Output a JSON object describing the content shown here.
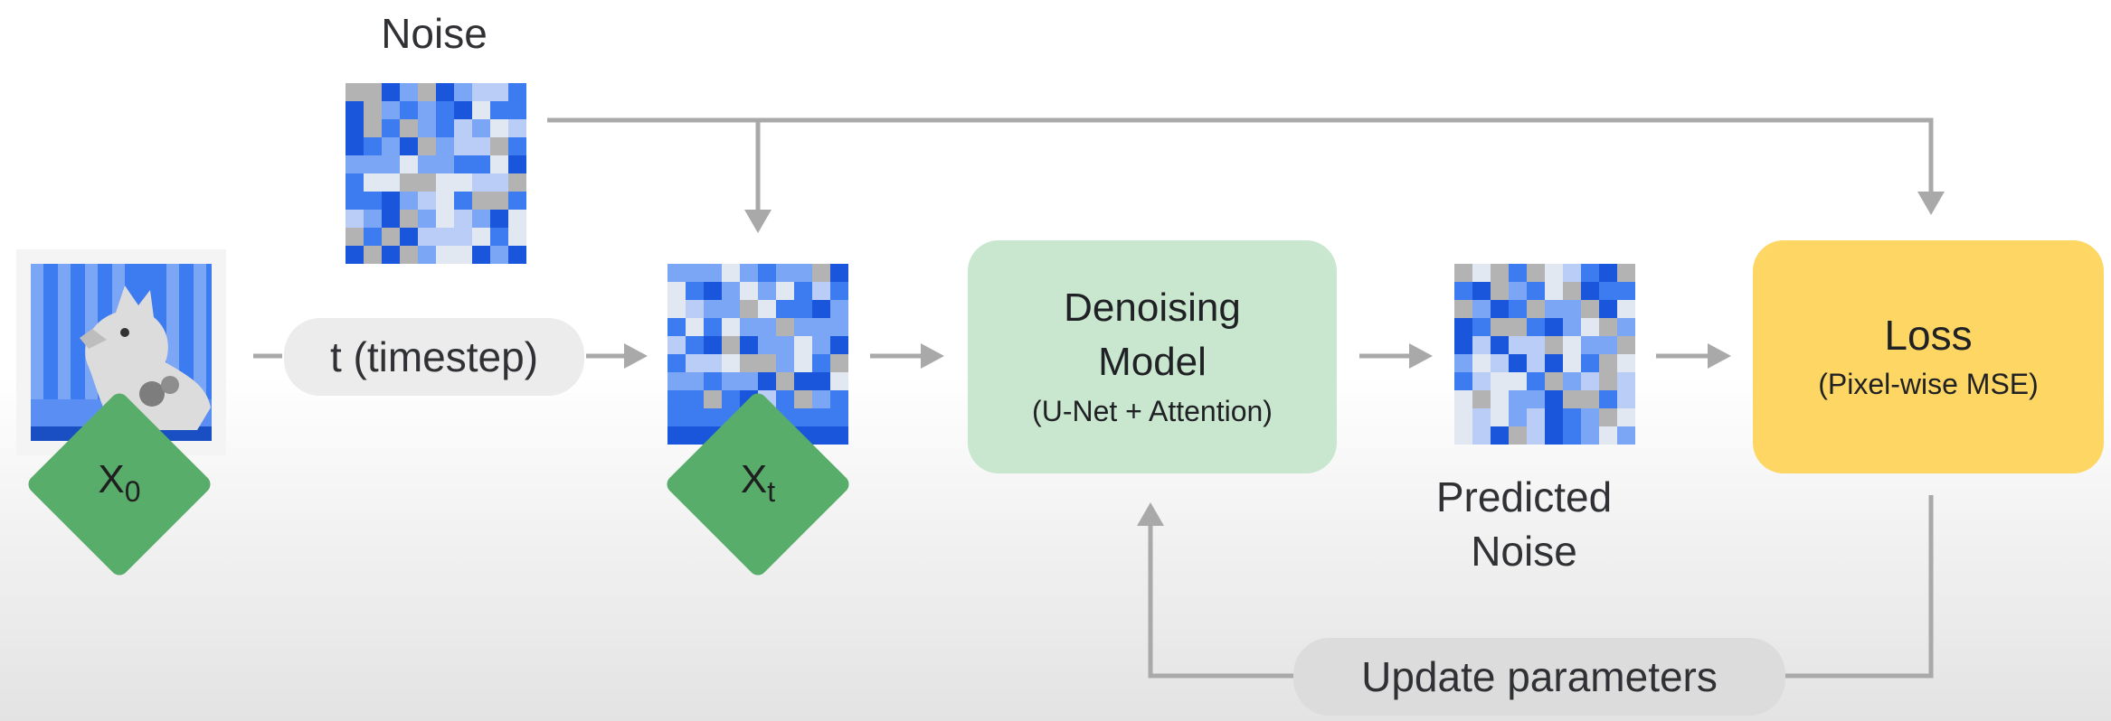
{
  "diagram": {
    "noise_label": "Noise",
    "x0_base": "X",
    "x0_sub": "0",
    "xt_base": "X",
    "xt_sub": "t",
    "timestep_label": "t (timestep)",
    "model_title_line1": "Denoising",
    "model_title_line2": "Model",
    "model_subtitle": "(U-Net + Attention)",
    "predicted_line1": "Predicted",
    "predicted_line2": "Noise",
    "loss_title": "Loss",
    "loss_subtitle": "(Pixel-wise MSE)",
    "update_label": "Update parameters"
  },
  "colors": {
    "arrow": "#a9a9a9",
    "green_diamond": "#58ad6b",
    "model_box": "#c9e7cf",
    "loss_box": "#fdd663",
    "noise_blues": [
      "#1a56db",
      "#3d7bf0",
      "#7aa6f5",
      "#b9cdf7",
      "#e2e8f2",
      "#b3b3b3"
    ]
  }
}
